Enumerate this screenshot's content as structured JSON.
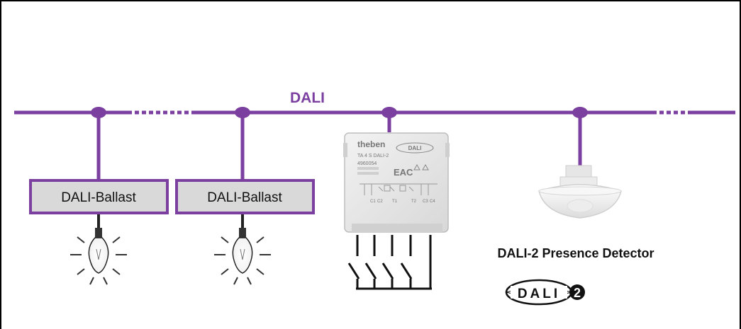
{
  "colors": {
    "bus": "#7b3fa0",
    "box_fill": "#d9d9d9",
    "device": "#e8e8e8"
  },
  "bus": {
    "label": "DALI"
  },
  "ballasts": [
    {
      "label": "DALI-Ballast"
    },
    {
      "label": "DALI-Ballast"
    }
  ],
  "device": {
    "brand": "theben",
    "logo": "DALI",
    "model": "TA 4 S DALI-2",
    "article": "4960054",
    "mark": "EAC",
    "terminals": [
      "C1",
      "C2",
      "T1",
      "T2",
      "C3",
      "C4"
    ]
  },
  "detector": {
    "label": "DALI-2 Presence Detector"
  },
  "logo": {
    "text": "DALI",
    "version": "2"
  }
}
